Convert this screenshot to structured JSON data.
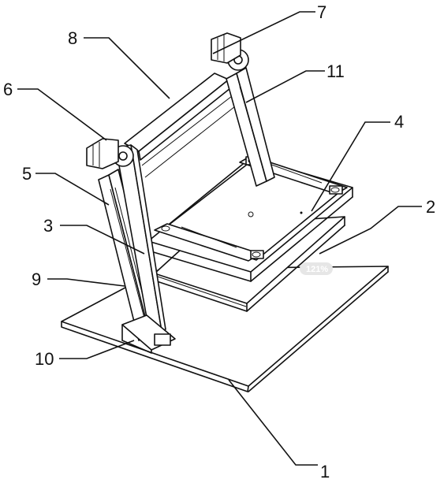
{
  "labels": {
    "l1": "1",
    "l2": "2",
    "l3": "3",
    "l4": "4",
    "l5": "5",
    "l6": "6",
    "l7": "7",
    "l8": "8",
    "l9": "9",
    "l10": "10",
    "l11": "11"
  },
  "zoom_badge": "121%"
}
